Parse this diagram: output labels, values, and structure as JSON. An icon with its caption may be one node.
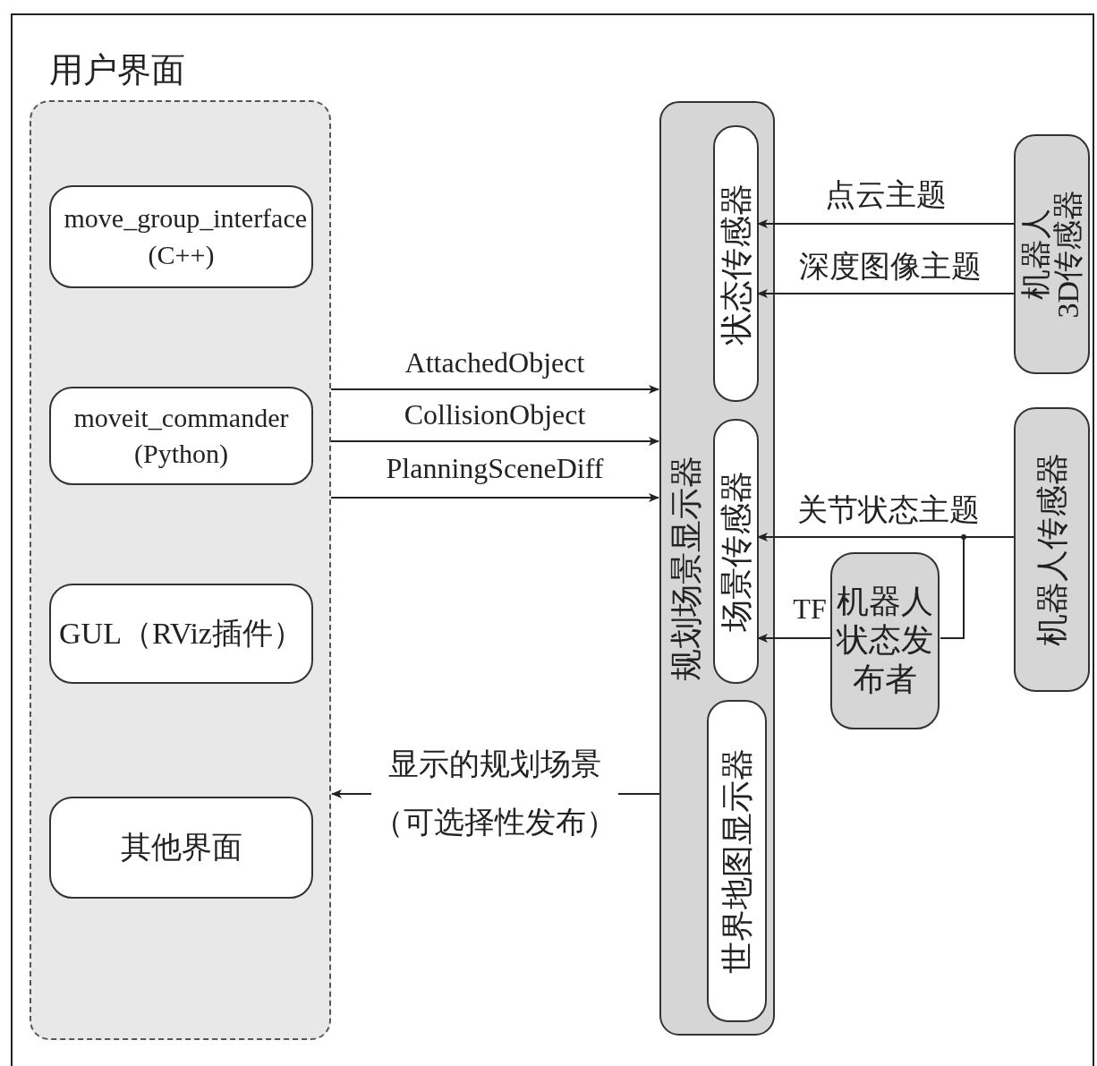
{
  "diagram": {
    "nodes": [
      {
        "text": [
          "用户界面"
        ]
      },
      {
        "text": [
          "move_group_interface (C++)"
        ],
        "in": 0
      },
      {
        "text": [
          "moveit_commander (Python)"
        ],
        "in": 0
      },
      {
        "text": [
          "GUL（RViz插件）"
        ],
        "in": 0
      },
      {
        "text": [
          "其他界面"
        ],
        "in": 0
      },
      {
        "text": [
          "规划场景显示器"
        ]
      },
      {
        "text": [
          "状态传感器"
        ],
        "in": 5
      },
      {
        "text": [
          "场景传感器"
        ],
        "in": 5
      },
      {
        "text": [
          "世界地图显示器"
        ],
        "in": 5
      },
      {
        "text": [
          "机器人 3D传感器"
        ]
      },
      {
        "text": [
          "机器人传感器"
        ]
      },
      {
        "text": [
          "机器人状态发布者"
        ]
      }
    ],
    "edges": [
      {
        "from": 0,
        "to": 5,
        "arrow": "to",
        "label": "AttachedObject"
      },
      {
        "from": 0,
        "to": 5,
        "arrow": "to",
        "label": "CollisionObject"
      },
      {
        "from": 0,
        "to": 5,
        "arrow": "to",
        "label": "PlanningSceneDiff"
      },
      {
        "from": 5,
        "to": 0,
        "arrow": "to",
        "label": "显示的规划场景（可选择性发布）"
      },
      {
        "from": 9,
        "to": 6,
        "arrow": "to",
        "label": "点云主题"
      },
      {
        "from": 9,
        "to": 6,
        "arrow": "to",
        "label": "深度图像主题"
      },
      {
        "from": 10,
        "to": 7,
        "arrow": "to",
        "label": "关节状态主题"
      },
      {
        "from": 10,
        "to": 11,
        "arrow": "none"
      },
      {
        "from": 11,
        "to": 7,
        "arrow": "to",
        "label": "TF"
      }
    ]
  }
}
